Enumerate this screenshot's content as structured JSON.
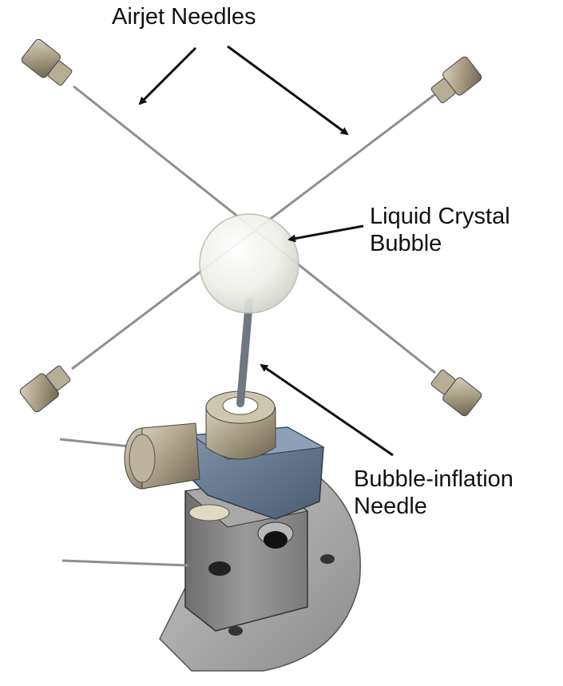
{
  "labels": {
    "airjet_needles": "Airjet Needles",
    "liquid_crystal_line1": "Liquid Crystal",
    "liquid_crystal_line2": "Bubble",
    "bubble_inflation_line1": "Bubble-inflation",
    "bubble_inflation_line2": "Needle"
  },
  "colors": {
    "background": "#ffffff",
    "label_text": "#111111",
    "arrow": "#111111",
    "needle": "#8f8f8f",
    "fitting_brass": "#a69a82",
    "bubble": "#eeefe9",
    "block_blue": "#5d7188",
    "base_grey": "#8a8a8a",
    "chuck_dark": "#2a2a2a"
  }
}
